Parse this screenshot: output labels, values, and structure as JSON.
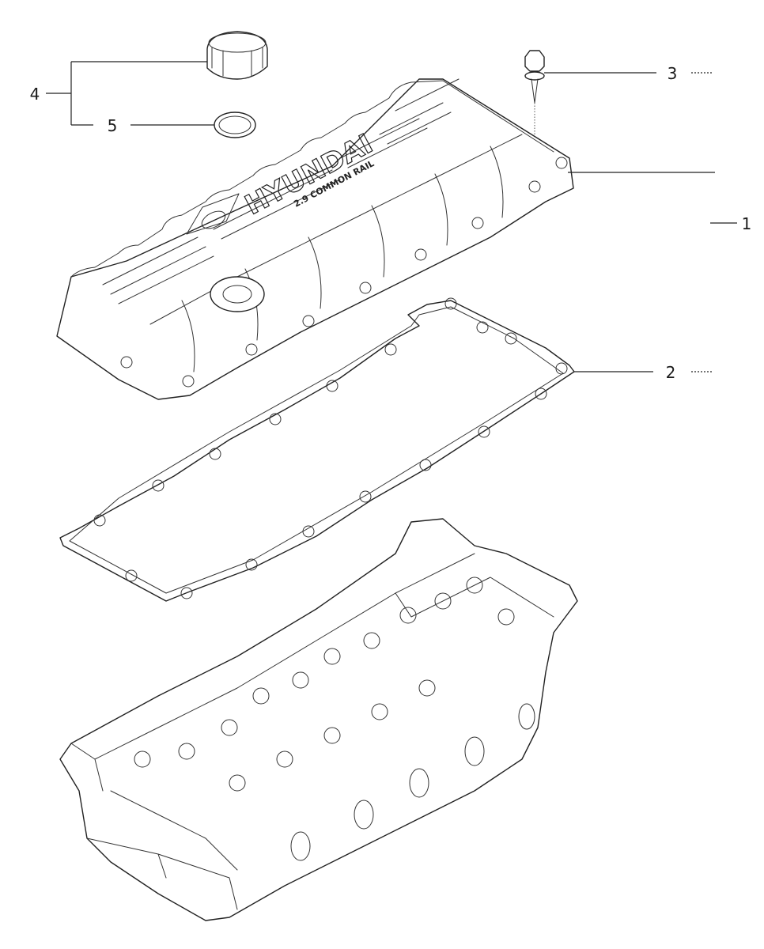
{
  "callouts": [
    {
      "id": "1",
      "text": "1"
    },
    {
      "id": "2",
      "text": "2"
    },
    {
      "id": "3",
      "text": "3"
    },
    {
      "id": "4",
      "text": "4"
    },
    {
      "id": "5",
      "text": "5"
    }
  ],
  "cover_marking": {
    "brand": "HYUNDAI",
    "engine": "2.9 COMMON RAIL"
  }
}
